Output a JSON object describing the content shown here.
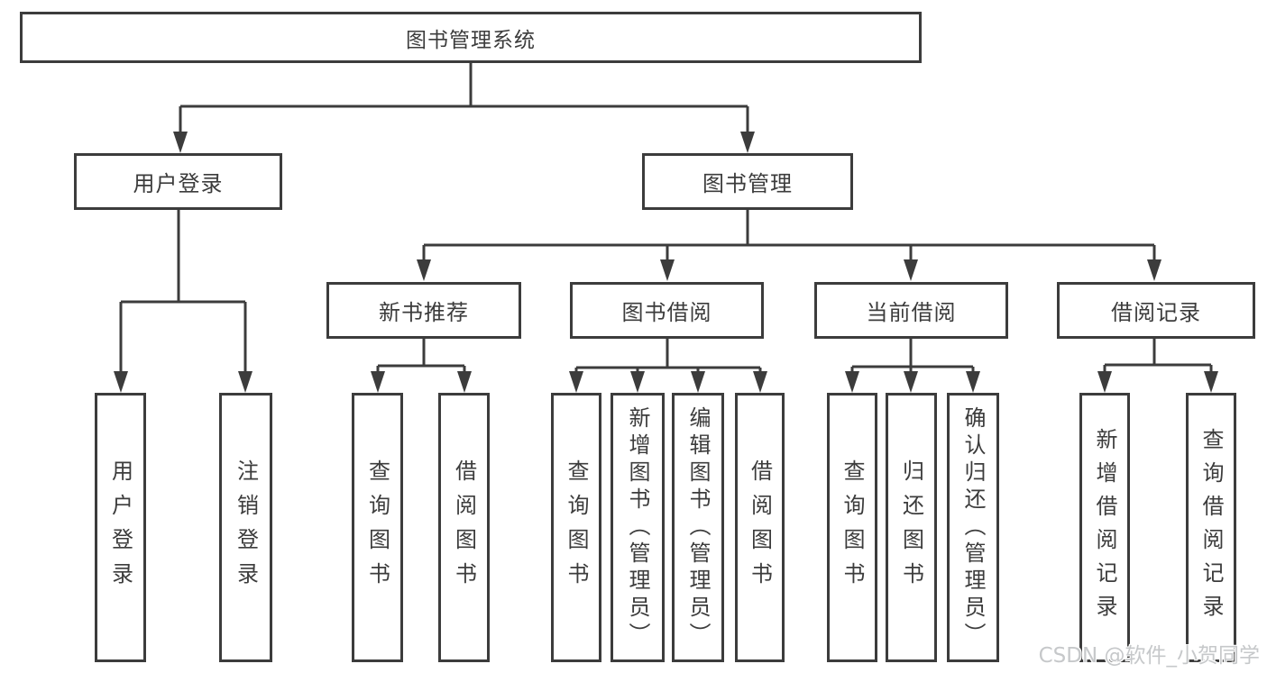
{
  "diagram": {
    "root": "图书管理系统",
    "level2": [
      "用户登录",
      "图书管理"
    ],
    "level3": [
      "新书推荐",
      "图书借阅",
      "当前借阅",
      "借阅记录"
    ],
    "leaves": {
      "user_login": [
        "用户登录",
        "注销登录"
      ],
      "new_book": [
        "查询图书",
        "借阅图书"
      ],
      "book_borrow": [
        "查询图书",
        "新增图书（管理员）",
        "编辑图书（管理员）",
        "借阅图书"
      ],
      "current_borrow": [
        "查询图书",
        "归还图书",
        "确认归还（管理员）"
      ],
      "borrow_record": [
        "新增借阅记录",
        "查询借阅记录"
      ]
    }
  },
  "watermark": {
    "text": "CSDN @软件_小贺同学"
  },
  "colors": {
    "line": "#3c3c3c",
    "box_border": "#3c3c3c",
    "text": "#3c3c3c",
    "watermark": "#c6c8ca",
    "background": "#ffffff"
  }
}
